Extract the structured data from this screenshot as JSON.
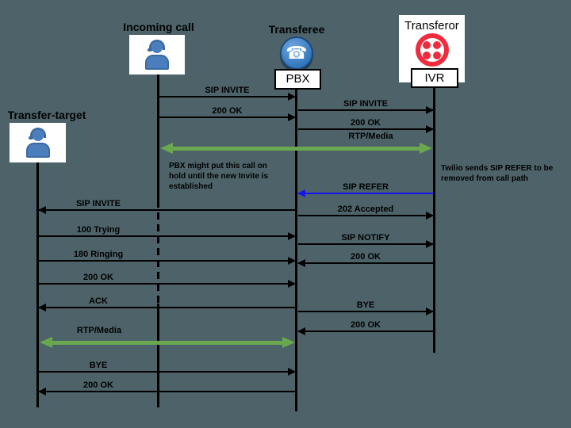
{
  "diagram": {
    "title_hint": "SIP transfer sequence diagram",
    "colors": {
      "background": "#4d6369",
      "signal_line": "#000000",
      "media_green": "#6aa84f",
      "refer_blue": "#1414f0",
      "person_blue": "#4a7ebc",
      "phone_blue": "#3276bd",
      "twilio_red": "#ef2b3d"
    },
    "actors": [
      {
        "id": "transfer-target",
        "label": "Transfer-target",
        "icon": "headset-person-icon"
      },
      {
        "id": "incoming-call",
        "label": "Incoming call",
        "icon": "headset-person-icon"
      },
      {
        "id": "transferee",
        "label": "Transferee",
        "icon": "phone-icon",
        "box_label": "PBX"
      },
      {
        "id": "transferor",
        "label": "Transferor",
        "icon": "twilio-logo-icon",
        "box_label": "IVR"
      }
    ],
    "messages": [
      {
        "label": "SIP INVITE",
        "from": "incoming-call",
        "to": "pbx"
      },
      {
        "label": "SIP INVITE",
        "from": "pbx",
        "to": "ivr"
      },
      {
        "label": "200 OK",
        "from": "incoming-call",
        "to": "pbx"
      },
      {
        "label": "200 OK",
        "from": "pbx",
        "to": "ivr"
      },
      {
        "label": "RTP/Media",
        "from": "incoming-call",
        "to": "ivr",
        "type": "media",
        "bidirectional": true
      },
      {
        "label": "SIP REFER",
        "from": "ivr",
        "to": "pbx",
        "color": "blue"
      },
      {
        "label": "SIP INVITE",
        "from": "pbx",
        "to": "transfer-target"
      },
      {
        "label": "202 Accepted",
        "from": "pbx",
        "to": "ivr"
      },
      {
        "label": "100 Trying",
        "from": "transfer-target",
        "to": "pbx"
      },
      {
        "label": "SIP NOTIFY",
        "from": "pbx",
        "to": "ivr"
      },
      {
        "label": "180 Ringing",
        "from": "transfer-target",
        "to": "pbx"
      },
      {
        "label": "200 OK",
        "from": "ivr",
        "to": "pbx"
      },
      {
        "label": "200 OK",
        "from": "transfer-target",
        "to": "pbx"
      },
      {
        "label": "ACK",
        "from": "pbx",
        "to": "transfer-target"
      },
      {
        "label": "BYE",
        "from": "pbx",
        "to": "ivr"
      },
      {
        "label": "200 OK",
        "from": "ivr",
        "to": "pbx"
      },
      {
        "label": "RTP/Media",
        "from": "transfer-target",
        "to": "pbx",
        "type": "media",
        "bidirectional": true
      },
      {
        "label": "BYE",
        "from": "transfer-target",
        "to": "pbx"
      },
      {
        "label": "200 OK",
        "from": "pbx",
        "to": "transfer-target"
      }
    ],
    "notes": [
      {
        "text": "PBX might put this call on hold until the new Invite is established"
      },
      {
        "text": "Twilio sends SIP REFER to be removed from call path"
      }
    ]
  }
}
